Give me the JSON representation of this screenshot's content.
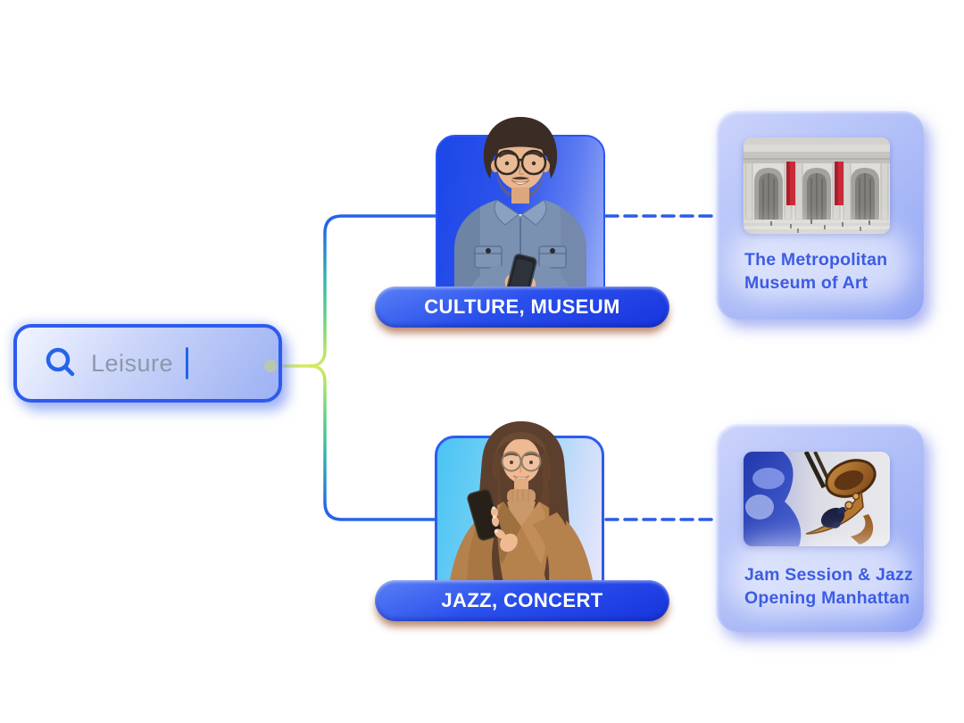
{
  "search_box": {
    "icon": "magnifier-icon",
    "value": "Leisure"
  },
  "branches": [
    {
      "category_label": "CULTURE, MUSEUM",
      "person": "man-looking-at-smartphone",
      "result": {
        "line1": "The Metropolitan",
        "line2": "Museum of Art",
        "image": "metropolitan-museum-facade"
      }
    },
    {
      "category_label": "JAZZ, CONCERT",
      "person": "woman-looking-at-smartphone",
      "result": {
        "line1": "Jam Session & Jazz",
        "line2": "Opening Manhattan",
        "image": "saxophone-player"
      }
    }
  ],
  "colors": {
    "accent_blue": "#2563eb",
    "pill_blue_light": "#5a80f6",
    "pill_blue_dark": "#1734dd",
    "result_title_blue": "#3d5ce3",
    "connector_lime": "#d4ea62",
    "connector_green": "#63d184",
    "search_text": "#8e97ab",
    "banner_red": "#c92a38"
  }
}
